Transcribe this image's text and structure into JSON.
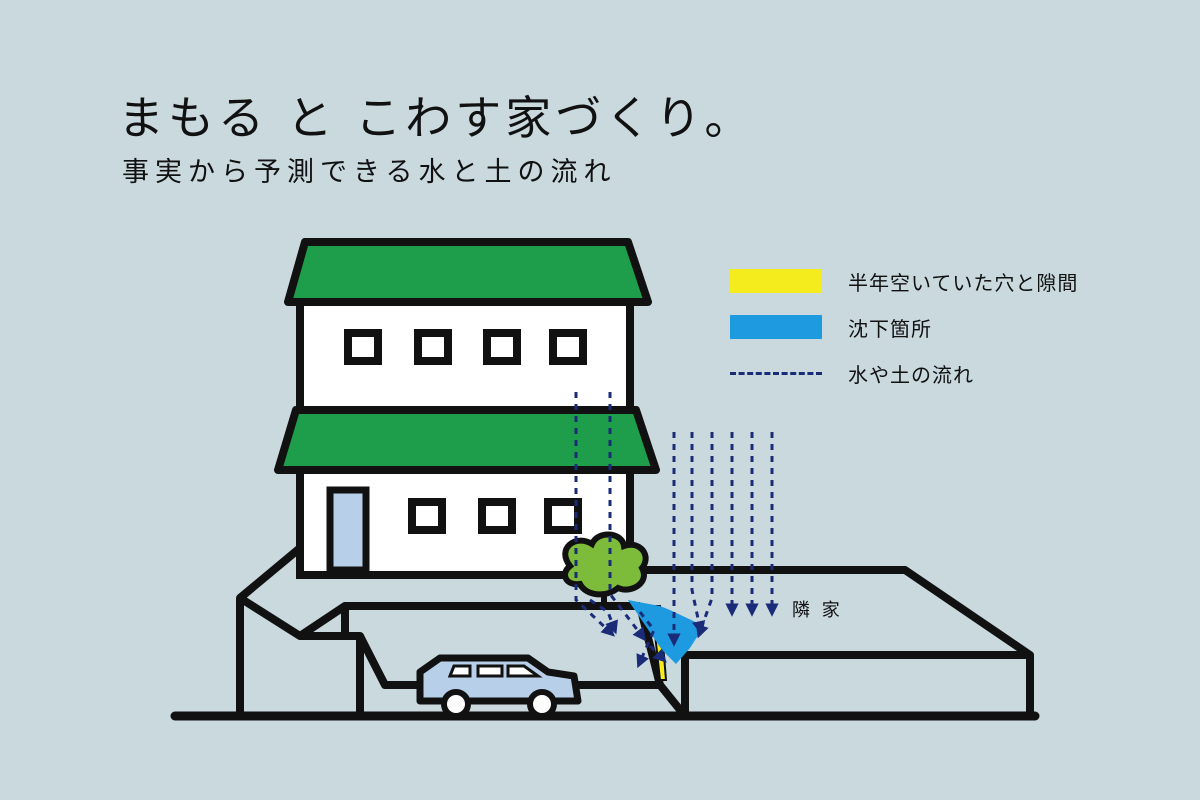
{
  "title": "まもる と こわす家づくり。",
  "subtitle": "事実から予測できる水と土の流れ",
  "legend": [
    {
      "label": "半年空いていた穴と隙間",
      "color": "#f5ec1e",
      "style": "solid"
    },
    {
      "label": "沈下箇所",
      "color": "#1e9be0",
      "style": "solid"
    },
    {
      "label": "水や土の流れ",
      "color": "#1a2b78",
      "style": "dashed"
    }
  ],
  "neighbor_label": "隣 家",
  "colors": {
    "background": "#c9d9de",
    "roof": "#1e9e4a",
    "tree": "#7cbc3a",
    "car": "#b7cfe8",
    "door": "#b7cfe8",
    "outline": "#111111",
    "flow": "#1a2b78"
  }
}
